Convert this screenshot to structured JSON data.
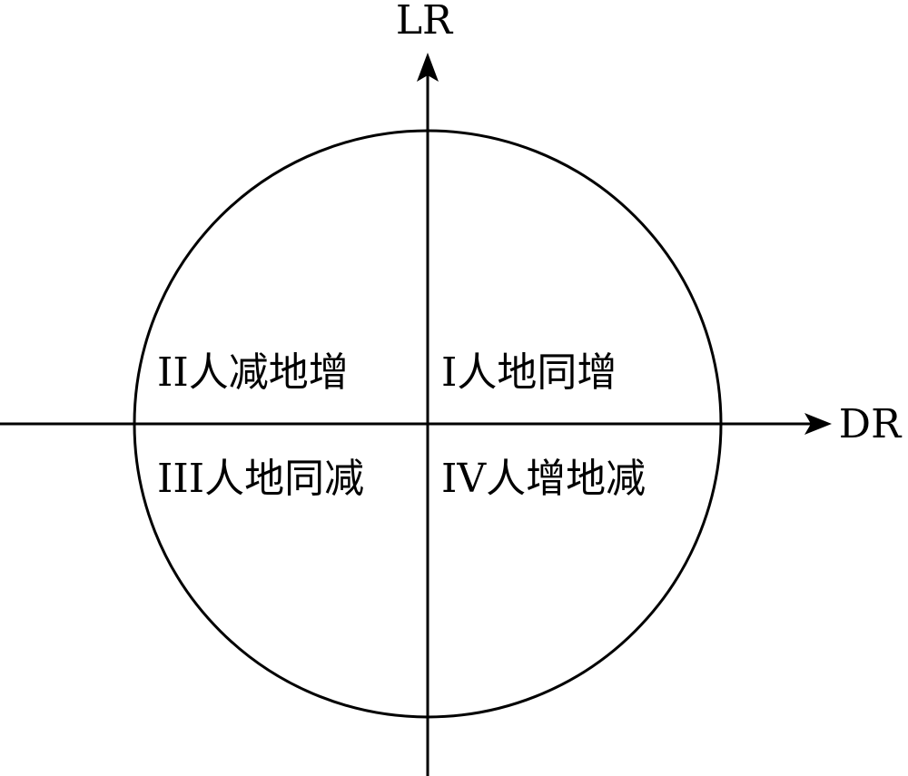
{
  "axes": {
    "vertical_label": "LR",
    "horizontal_label": "DR"
  },
  "quadrants": {
    "q1": "I人地同增",
    "q2": "II人减地增",
    "q3": "III人地同减",
    "q4": "IV人增地减"
  },
  "colors": {
    "stroke": "#000000",
    "background": "#ffffff"
  }
}
